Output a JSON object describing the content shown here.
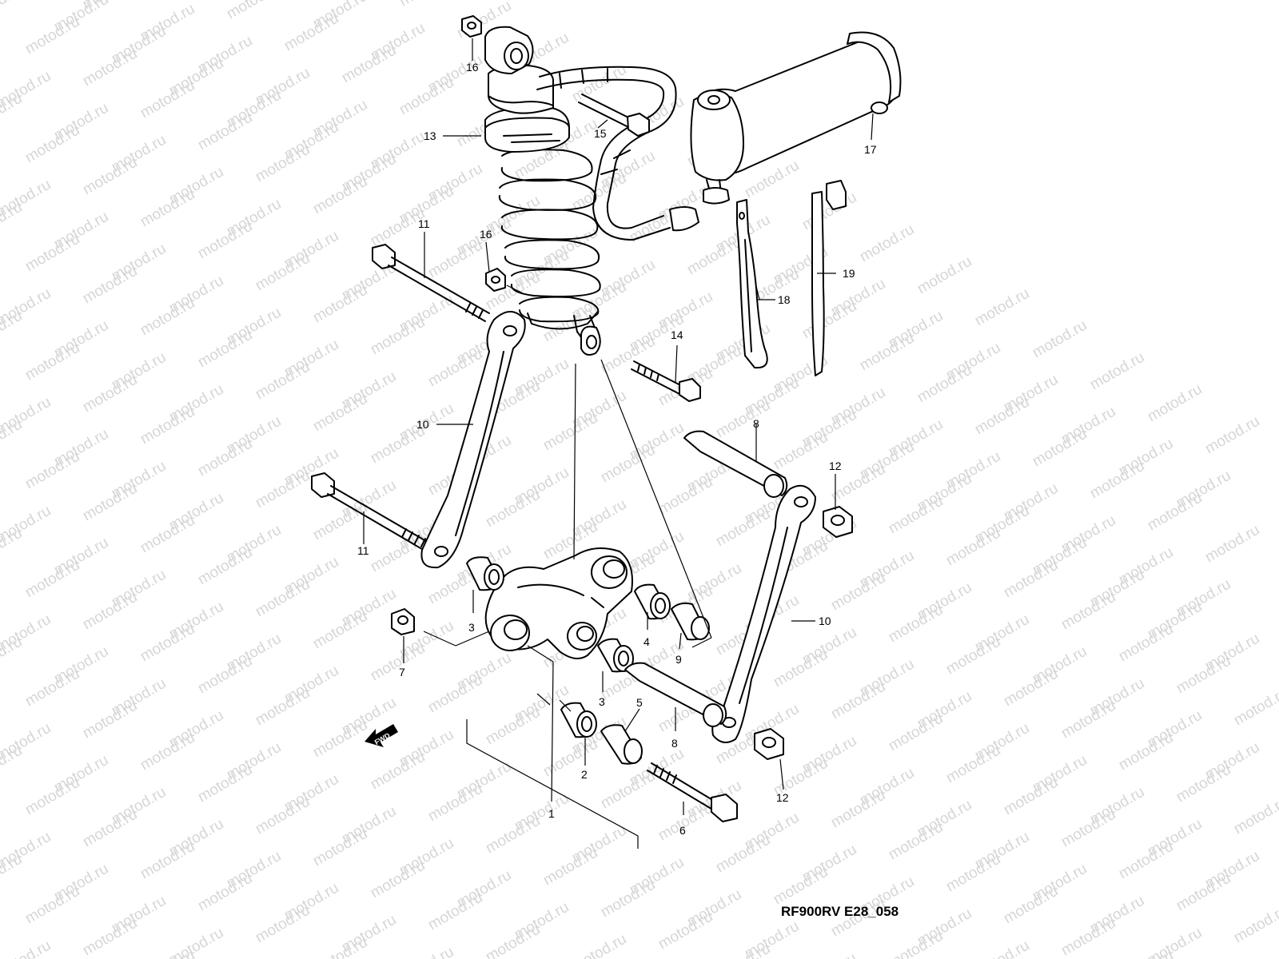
{
  "watermark": "motod.ru",
  "diagram_code": "RF900RV E28_058",
  "fwd_label": "FWD",
  "colors": {
    "line": "#000000",
    "watermark": "#d6d6d6",
    "background": "#ffffff"
  },
  "callouts": {
    "c1": "1",
    "c2": "2",
    "c3a": "3",
    "c3b": "3",
    "c4": "4",
    "c5": "5",
    "c6": "6",
    "c7": "7",
    "c8a": "8",
    "c8b": "8",
    "c9": "9",
    "c10a": "10",
    "c10b": "10",
    "c11a": "11",
    "c11b": "11",
    "c12a": "12",
    "c12b": "12",
    "c13": "13",
    "c14": "14",
    "c15": "15",
    "c16a": "16",
    "c16b": "16",
    "c17": "17",
    "c18": "18",
    "c19": "19"
  }
}
